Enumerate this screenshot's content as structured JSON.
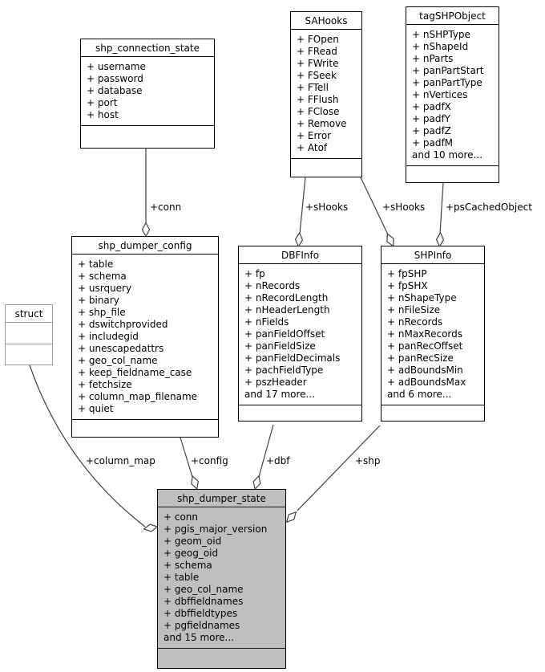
{
  "diagram": {
    "type": "uml-collaboration-diagram",
    "classes": [
      {
        "id": "shp_connection_state",
        "title": "shp_connection_state",
        "attrs": [
          "+ username",
          "+ password",
          "+ database",
          "+ port",
          "+ host"
        ]
      },
      {
        "id": "SAHooks",
        "title": "SAHooks",
        "attrs": [
          "+ FOpen",
          "+ FRead",
          "+ FWrite",
          "+ FSeek",
          "+ FTell",
          "+ FFlush",
          "+ FClose",
          "+ Remove",
          "+ Error",
          "+ Atof"
        ]
      },
      {
        "id": "tagSHPObject",
        "title": "tagSHPObject",
        "attrs": [
          "+ nSHPType",
          "+ nShapeId",
          "+ nParts",
          "+ panPartStart",
          "+ panPartType",
          "+ nVertices",
          "+ padfX",
          "+ padfY",
          "+ padfZ",
          "+ padfM",
          "and 10 more..."
        ]
      },
      {
        "id": "shp_dumper_config",
        "title": "shp_dumper_config",
        "attrs": [
          "+ table",
          "+ schema",
          "+ usrquery",
          "+ binary",
          "+ shp_file",
          "+ dswitchprovided",
          "+ includegid",
          "+ unescapedattrs",
          "+ geo_col_name",
          "+ keep_fieldname_case",
          "+ fetchsize",
          "+ column_map_filename",
          "+ quiet"
        ]
      },
      {
        "id": "DBFInfo",
        "title": "DBFInfo",
        "attrs": [
          "+ fp",
          "+ nRecords",
          "+ nRecordLength",
          "+ nHeaderLength",
          "+ nFields",
          "+ panFieldOffset",
          "+ panFieldSize",
          "+ panFieldDecimals",
          "+ pachFieldType",
          "+ pszHeader",
          "and 17 more..."
        ]
      },
      {
        "id": "SHPInfo",
        "title": "SHPInfo",
        "attrs": [
          "+ fpSHP",
          "+ fpSHX",
          "+ nShapeType",
          "+ nFileSize",
          "+ nRecords",
          "+ nMaxRecords",
          "+ panRecOffset",
          "+ panRecSize",
          "+ adBoundsMin",
          "+ adBoundsMax",
          "and 6 more..."
        ]
      },
      {
        "id": "struct",
        "title": "struct",
        "attrs": []
      },
      {
        "id": "shp_dumper_state",
        "title": "shp_dumper_state",
        "attrs": [
          "+ conn",
          "+ pgis_major_version",
          "+ geom_oid",
          "+ geog_oid",
          "+ schema",
          "+ table",
          "+ geo_col_name",
          "+ dbffieldnames",
          "+ dbffieldtypes",
          "+ pgfieldnames",
          "and 15 more..."
        ]
      }
    ],
    "edges": [
      {
        "label": "+conn",
        "from": "shp_connection_state",
        "to": "shp_dumper_config",
        "kind": "aggregation"
      },
      {
        "label": "+sHooks",
        "from": "SAHooks",
        "to": "DBFInfo",
        "kind": "aggregation"
      },
      {
        "label": "+sHooks",
        "from": "SAHooks",
        "to": "SHPInfo",
        "kind": "aggregation"
      },
      {
        "label": "+psCachedObject",
        "from": "tagSHPObject",
        "to": "SHPInfo",
        "kind": "aggregation"
      },
      {
        "label": "+column_map",
        "from": "struct",
        "to": "shp_dumper_state",
        "kind": "aggregation"
      },
      {
        "label": "+config",
        "from": "shp_dumper_config",
        "to": "shp_dumper_state",
        "kind": "aggregation"
      },
      {
        "label": "+dbf",
        "from": "DBFInfo",
        "to": "shp_dumper_state",
        "kind": "aggregation"
      },
      {
        "label": "+shp",
        "from": "SHPInfo",
        "to": "shp_dumper_state",
        "kind": "aggregation"
      }
    ],
    "colors": {
      "background": "#ffffff",
      "box_border": "#000000",
      "muted_border": "#9e9e9e",
      "highlight_fill": "#bfbfbf",
      "edge": "#404040",
      "text": "#000000"
    }
  }
}
